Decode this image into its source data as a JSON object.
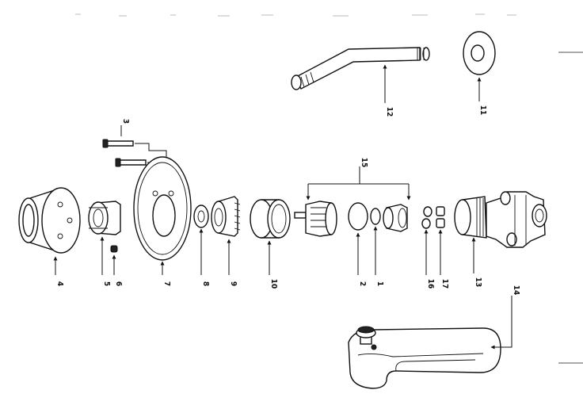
{
  "parts": [
    {
      "id": "p1",
      "label": "1"
    },
    {
      "id": "p2",
      "label": "2"
    },
    {
      "id": "p3",
      "label": "3"
    },
    {
      "id": "p4",
      "label": "4"
    },
    {
      "id": "p5",
      "label": "5"
    },
    {
      "id": "p6",
      "label": "6"
    },
    {
      "id": "p7",
      "label": "7"
    },
    {
      "id": "p8",
      "label": "8"
    },
    {
      "id": "p9",
      "label": "9"
    },
    {
      "id": "p10",
      "label": "10"
    },
    {
      "id": "p11",
      "label": "11"
    },
    {
      "id": "p12",
      "label": "12"
    },
    {
      "id": "p13",
      "label": "13"
    },
    {
      "id": "p14",
      "label": "14"
    },
    {
      "id": "p15",
      "label": "15"
    },
    {
      "id": "p16",
      "label": "16"
    },
    {
      "id": "p17",
      "label": "17"
    }
  ]
}
